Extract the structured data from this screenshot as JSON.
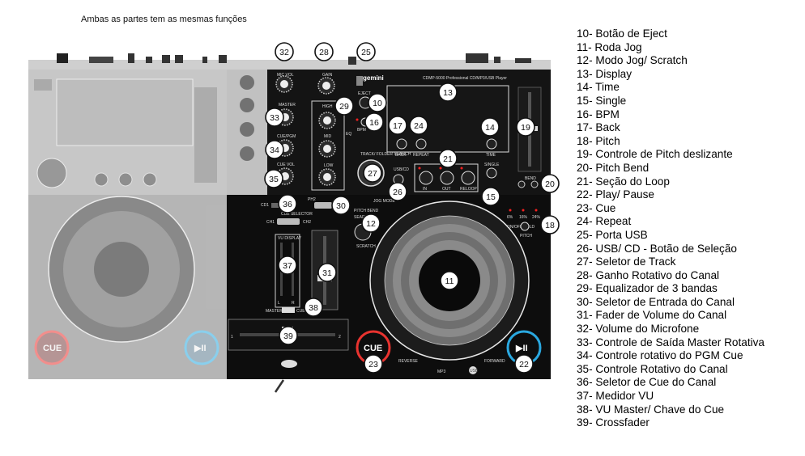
{
  "caption": "Ambas as partes tem as mesmas funções",
  "legend": [
    {
      "num": "10",
      "text": "10- Botão de Eject"
    },
    {
      "num": "11",
      "text": "11- Roda Jog"
    },
    {
      "num": "12",
      "text": "12- Modo Jog/ Scratch"
    },
    {
      "num": "13",
      "text": "13- Display"
    },
    {
      "num": "14",
      "text": "14- Time"
    },
    {
      "num": "15",
      "text": "15- Single"
    },
    {
      "num": "16",
      "text": "16- BPM"
    },
    {
      "num": "17",
      "text": "17- Back"
    },
    {
      "num": "18",
      "text": "18- Pitch"
    },
    {
      "num": "19",
      "text": "19- Controle de Pitch deslizante"
    },
    {
      "num": "20",
      "text": "20- Pitch Bend"
    },
    {
      "num": "21",
      "text": "21- Seção do Loop"
    },
    {
      "num": "22",
      "text": "22- Play/ Pause"
    },
    {
      "num": "23",
      "text": "23- Cue"
    },
    {
      "num": "24",
      "text": "24- Repeat"
    },
    {
      "num": "25",
      "text": "25- Porta USB"
    },
    {
      "num": "26",
      "text": "26- USB/ CD - Botão de Seleção"
    },
    {
      "num": "27",
      "text": "27- Seletor de Track"
    },
    {
      "num": "28",
      "text": "28- Ganho Rotativo do Canal"
    },
    {
      "num": "29",
      "text": "29- Equalizador de 3 bandas"
    },
    {
      "num": "30",
      "text": "30- Seletor de Entrada do Canal"
    },
    {
      "num": "31",
      "text": "31- Fader de Volume do Canal"
    },
    {
      "num": "32",
      "text": "32- Volume do Microfone"
    },
    {
      "num": "33",
      "text": "33- Controle de Saída Master Rotativa"
    },
    {
      "num": "34",
      "text": "34- Controle rotativo do PGM Cue"
    },
    {
      "num": "35",
      "text": "35- Controle Rotativo do Canal"
    },
    {
      "num": "36",
      "text": "36- Seletor de Cue do Canal"
    },
    {
      "num": "37",
      "text": "37- Medidor VU"
    },
    {
      "num": "38",
      "text": "38- VU Master/ Chave do Cue"
    },
    {
      "num": "39",
      "text": "39- Crossfader"
    }
  ],
  "device": {
    "brand": "gemini",
    "model": "CDMP-5000 Professional CD/MP3/USB Player",
    "cue_label": "CUE",
    "play_label": "▶II",
    "eject_label": "EJECT",
    "jog_mode_label": "JOG MODE",
    "pitch_bend_label": "PITCH BEND",
    "search_label": "SEARCH",
    "scratch_label": "SCRATCH",
    "track_search_label": "TRACK/ FOLDER SEARCH",
    "back_label": "BACK",
    "repeat_label": "REPEAT",
    "time_label": "TIME",
    "single_label": "SINGLE",
    "bend_label": "BEND",
    "pitch_label": "PITCH",
    "usb_cd_label": "USB/CD",
    "in_label": "IN",
    "out_label": "OUT",
    "reloop_label": "RELOOP",
    "bpm_label": "BPM",
    "gain_label": "GAIN",
    "high_label": "HIGH",
    "mid_label": "MID",
    "low_label": "LOW",
    "eq_label": "EQ",
    "mic_vol_label": "MIC VOL",
    "master_label": "MASTER",
    "cue_pgm_label": "CUE/PGM",
    "cue_vol_label": "CUE VOL",
    "cue_selector_label": "CUE SELECTOR",
    "vu_display_label": "VU DISPLAY",
    "ch1_label": "CH1",
    "ch2_label": "CH2",
    "cd1_label": "CD1",
    "ph2_label": "PH2",
    "l_label": "L",
    "r_label": "R",
    "master_cue_label": "MASTER",
    "cue_switch_label": "CUE",
    "cf_left": "1",
    "cf_right": "2",
    "percent_6": "6%",
    "percent_16": "16%",
    "percent_24": "24%",
    "onoff_hold": "ON/OFF HOLD",
    "reverse_label": "REVERSE",
    "forward_label": "FORWARD",
    "mp3_label": "MP3",
    "usb_logo": "USB"
  },
  "colors": {
    "panel_dark": "#111111",
    "panel_grey": "#b9b9b9",
    "cue_ring": "#e8332f",
    "play_ring": "#2aa8e0",
    "led_red": "#ff2020"
  }
}
